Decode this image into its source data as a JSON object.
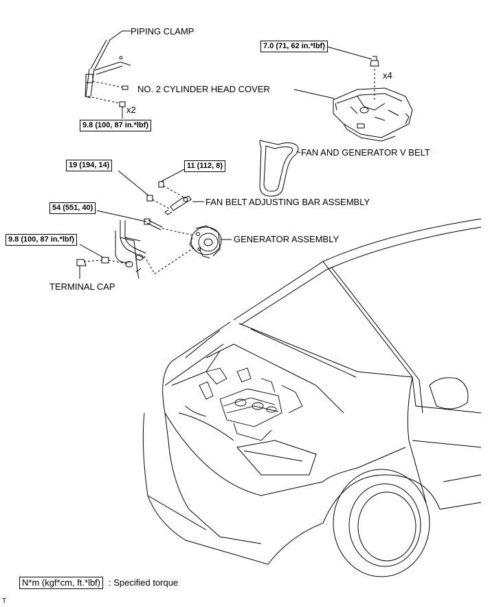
{
  "labels": {
    "piping_clamp": "PIPING CLAMP",
    "cylinder_head_cover": "NO. 2 CYLINDER HEAD COVER",
    "v_belt": "FAN AND GENERATOR V BELT",
    "adjusting_bar": "FAN BELT ADJUSTING BAR ASSEMBLY",
    "generator": "GENERATOR ASSEMBLY",
    "terminal_cap": "TERMINAL CAP"
  },
  "torques": {
    "piping_clamp_bolt": "9.8 (100, 87 in.*lbf)",
    "head_cover_nut": "7.0 (71, 62 in.*lbf)",
    "adjust_bolt_upper": "11 (112, 8)",
    "adjust_bolt_lower": "19 (194, 14)",
    "generator_bolt": "54 (551, 40)",
    "terminal_nut": "9.8 (100, 87 in.*lbf)"
  },
  "quantities": {
    "piping_clamp_bolts": "x2",
    "head_cover_nuts": "x4"
  },
  "legend": {
    "unit": "N*m (kgf*cm, ft.*lbf)",
    "description": ": Specified torque"
  },
  "code": "T"
}
